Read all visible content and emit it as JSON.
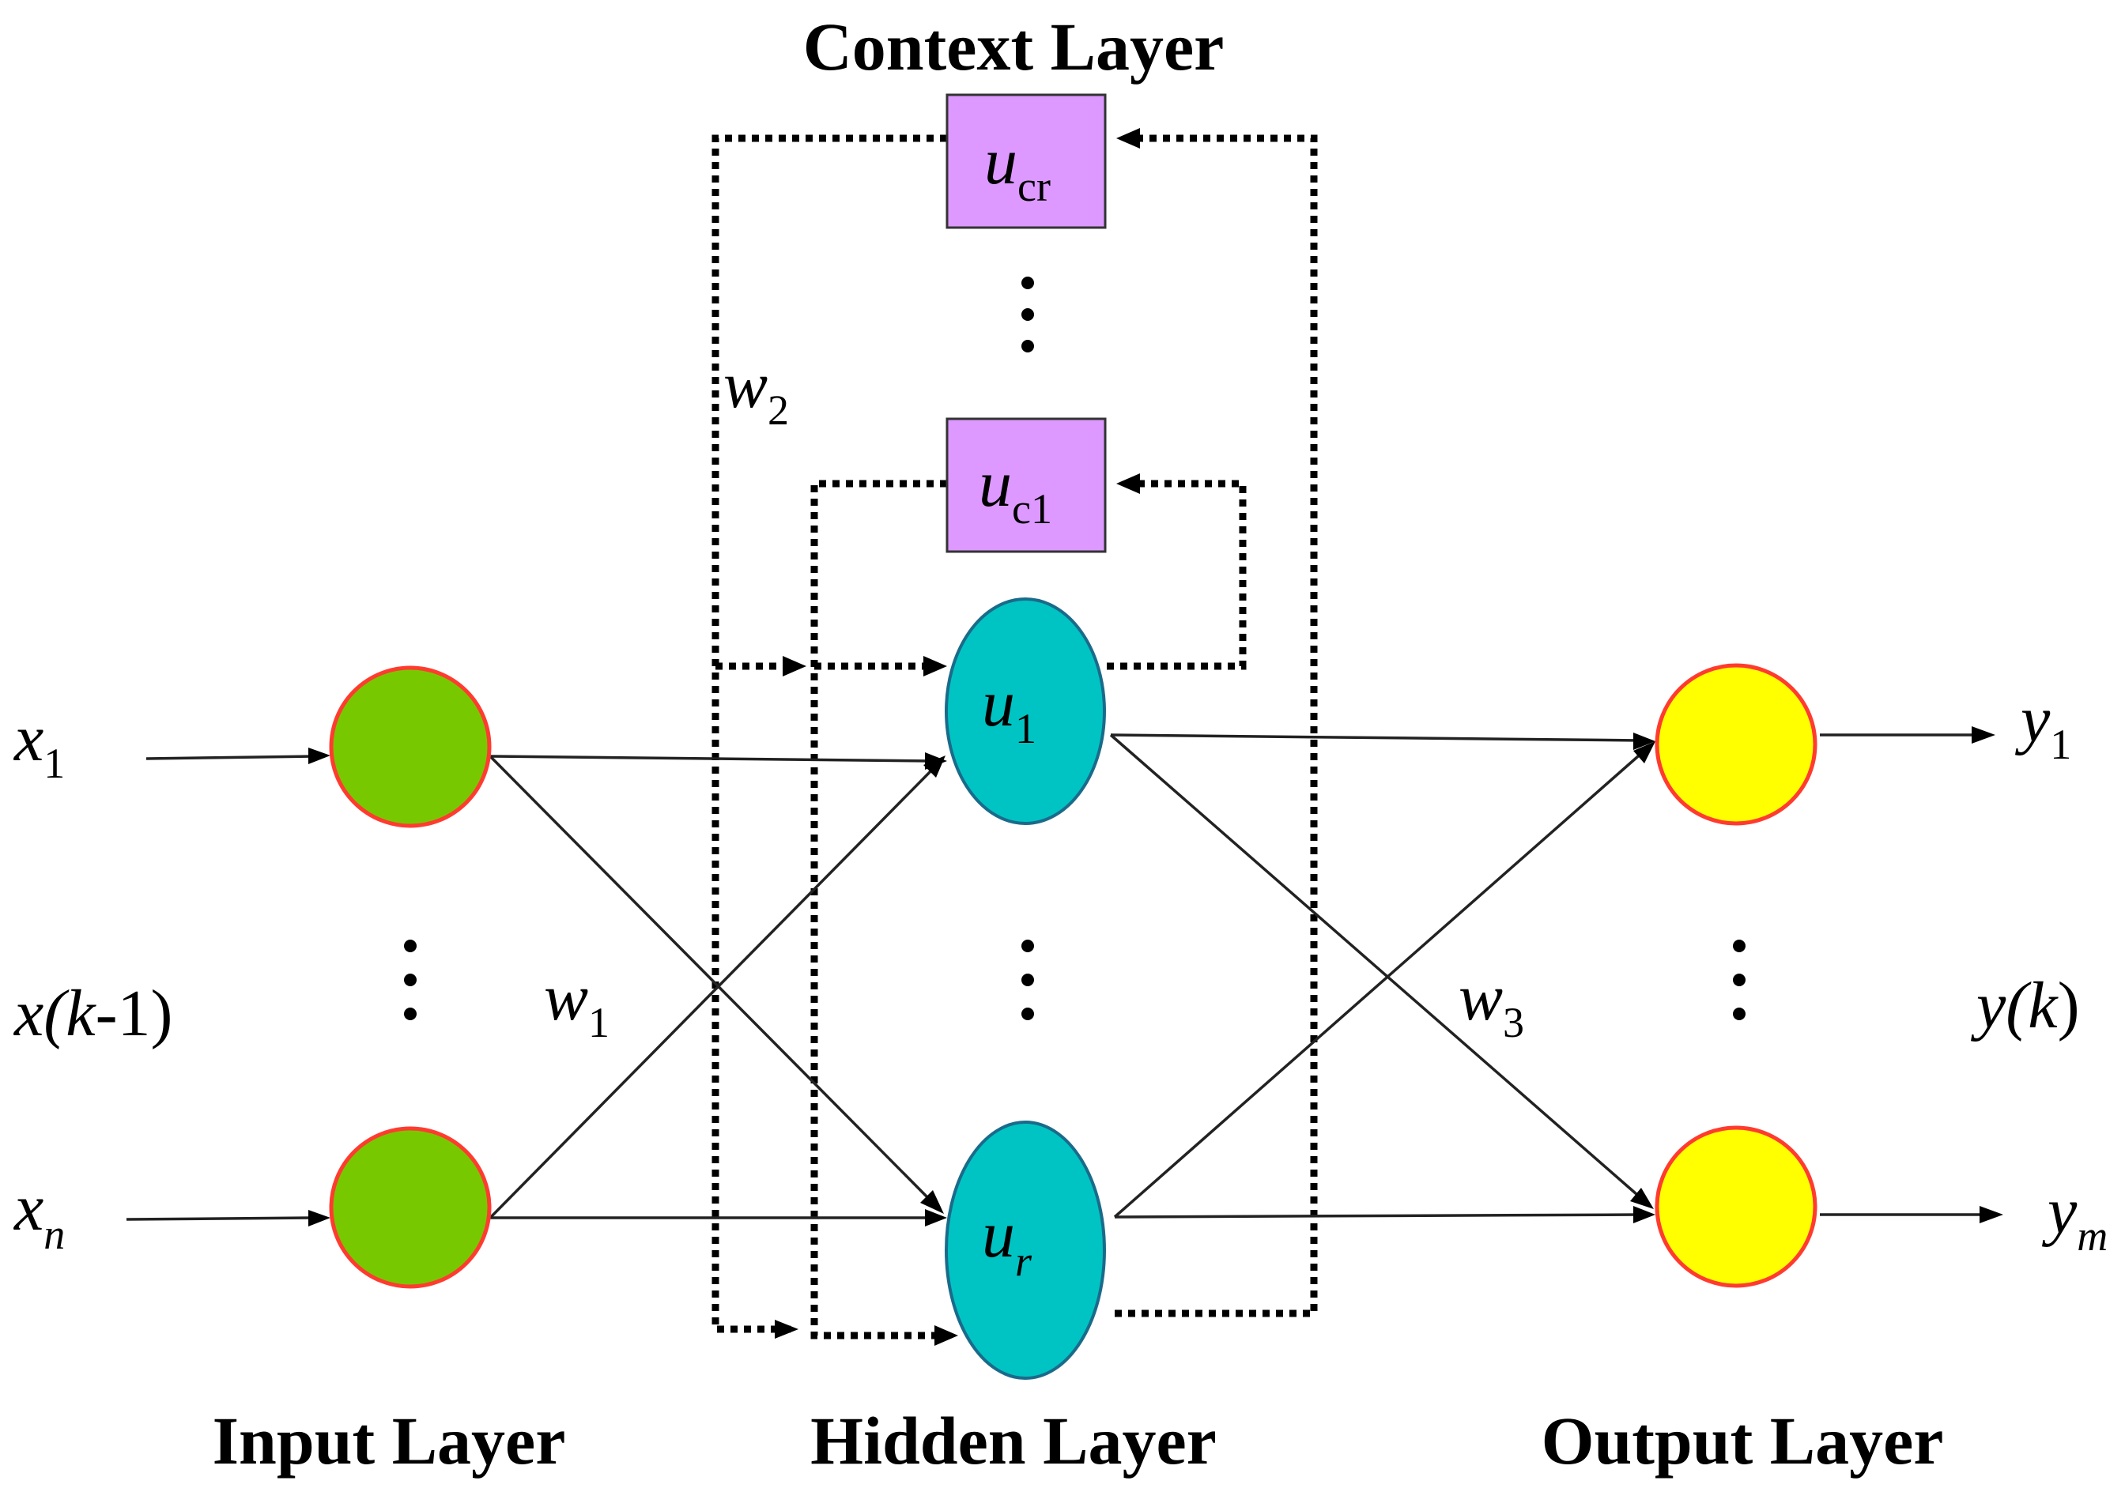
{
  "titles": {
    "context": "Context Layer",
    "input": "Input Layer",
    "hidden": "Hidden Layer",
    "output": "Output Layer"
  },
  "inputs": {
    "x1": {
      "base": "x",
      "sub": "1"
    },
    "xk": {
      "pre": "x(",
      "k": "k",
      "post": "-1)"
    },
    "xn": {
      "base": "x",
      "sub": "n"
    }
  },
  "outputs": {
    "y1": {
      "base": "y",
      "sub": "1"
    },
    "yk": {
      "pre": "y(",
      "k": "k",
      "post": ")"
    },
    "ym": {
      "base": "y",
      "sub": "m"
    }
  },
  "weights": {
    "w1": {
      "base": "w",
      "sub": "1"
    },
    "w2": {
      "base": "w",
      "sub": "2"
    },
    "w3": {
      "base": "w",
      "sub": "3"
    }
  },
  "hidden_nodes": {
    "u1": {
      "base": "u",
      "sub": "1"
    },
    "ur": {
      "base": "u",
      "sub": "r"
    }
  },
  "context_nodes": {
    "ucr": {
      "base": "u",
      "sub": "cr"
    },
    "uc1": {
      "base": "u",
      "sub": "c1"
    }
  },
  "colors": {
    "input_fill": "#78c800",
    "node_stroke": "#ff3b30",
    "hidden_fill": "#00c4c4",
    "hidden_stroke": "#1a6b8a",
    "output_fill": "#ffff00",
    "context_fill": "#dd99ff",
    "context_stroke": "#333333"
  }
}
